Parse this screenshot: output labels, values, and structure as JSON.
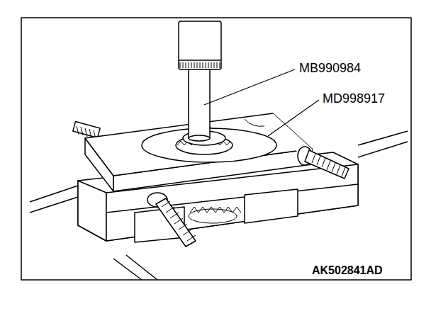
{
  "diagram": {
    "labels": [
      "MB990984",
      "MD998917",
      "AK502841AD"
    ]
  }
}
